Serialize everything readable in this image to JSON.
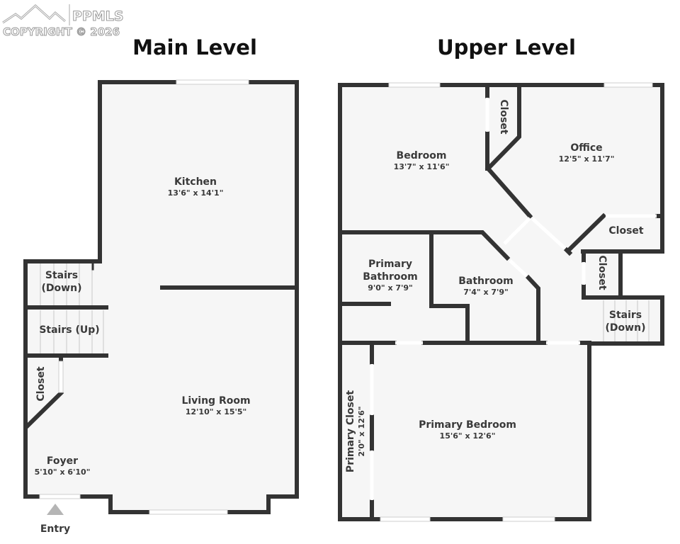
{
  "watermark": {
    "brand": "PPMLS",
    "copyright": "COPYRIGHT © 2026",
    "icon": "mountain-logo-icon"
  },
  "levels": [
    {
      "title": "Main Level",
      "rooms": [
        {
          "name": "Kitchen",
          "dims": "13'6\" x 14'1\""
        },
        {
          "name": "Living Room",
          "dims": "12'10\" x 15'5\""
        },
        {
          "name": "Foyer",
          "dims": "5'10\" x 6'10\""
        },
        {
          "name": "Stairs (Down)",
          "line1": "Stairs",
          "line2": "(Down)",
          "dims": ""
        },
        {
          "name": "Stairs (Up)",
          "dims": ""
        },
        {
          "name": "Closet",
          "dims": ""
        }
      ],
      "entry": {
        "label": "Entry",
        "icon": "entry-arrow-icon"
      }
    },
    {
      "title": "Upper Level",
      "rooms": [
        {
          "name": "Bedroom",
          "dims": "13'7\" x 11'6\""
        },
        {
          "name": "Office",
          "dims": "12'5\" x 11'7\""
        },
        {
          "name": "Closet",
          "dims": ""
        },
        {
          "name": "Closet",
          "dims": ""
        },
        {
          "name": "Closet",
          "dims": ""
        },
        {
          "name": "Primary Bathroom",
          "line1": "Primary",
          "line2": "Bathroom",
          "dims": "9'0\" x 7'9\""
        },
        {
          "name": "Bathroom",
          "dims": "7'4\" x 7'9\""
        },
        {
          "name": "Stairs (Down)",
          "line1": "Stairs",
          "line2": "(Down)",
          "dims": ""
        },
        {
          "name": "Primary Bedroom",
          "dims": "15'6\" x 12'6\""
        },
        {
          "name": "Primary Closet",
          "dims": "2'0\" x 12'6\""
        }
      ]
    }
  ],
  "colors": {
    "wall": "#333333",
    "floor": "#f6f6f6",
    "text": "#3a3a3a",
    "entry_arrow": "#b5b5b5"
  }
}
